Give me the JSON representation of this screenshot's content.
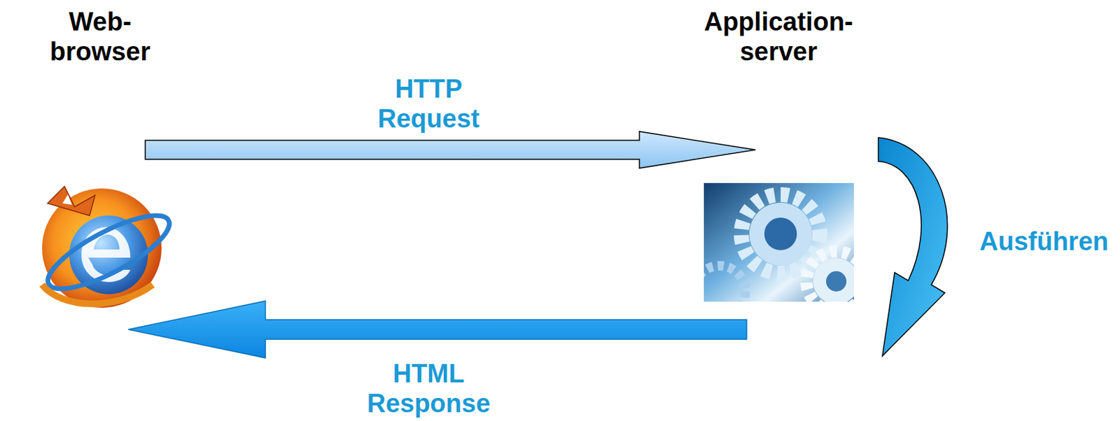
{
  "diagram": {
    "nodes": [
      {
        "text": [
          "Web- browser"
        ]
      },
      {
        "text": [
          "Application- server"
        ]
      }
    ],
    "edges": [
      {
        "from": 0,
        "to": 1,
        "arrow": "to",
        "label": "HTTP Request"
      },
      {
        "from": 1,
        "to": 0,
        "arrow": "to",
        "label": "HTML Response"
      }
    ],
    "labels": [
      "Ausführen"
    ]
  }
}
